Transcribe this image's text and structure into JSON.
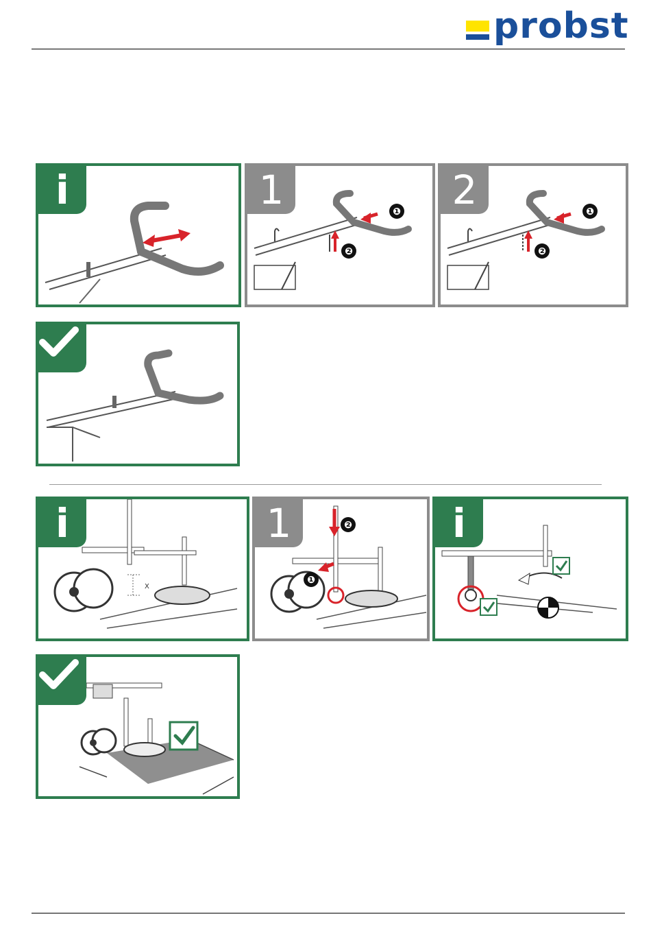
{
  "header": {
    "brand_name": "probst",
    "brand_color": "#1a4f9a",
    "brand_yellow": "#ffe400"
  },
  "colors": {
    "info_green": "#2e7d4f",
    "step_gray": "#8c8c8c",
    "arrow_red": "#d8232a"
  },
  "section_1": {
    "panels": [
      {
        "badge_icon": "info-icon",
        "badge_label": "i"
      },
      {
        "badge_icon": "step-number",
        "badge_label": "1",
        "callouts": [
          "❶",
          "❷"
        ]
      },
      {
        "badge_icon": "step-number",
        "badge_label": "2",
        "callouts": [
          "❶",
          "❷"
        ]
      },
      {
        "badge_icon": "checkmark-icon"
      }
    ]
  },
  "section_2": {
    "panels": [
      {
        "badge_icon": "info-icon",
        "badge_label": "i",
        "dimension_label": "X"
      },
      {
        "badge_icon": "step-number",
        "badge_label": "1",
        "callouts": [
          "❷",
          "❶"
        ]
      },
      {
        "badge_icon": "info-icon",
        "badge_label": "i"
      },
      {
        "badge_icon": "checkmark-icon"
      }
    ]
  }
}
